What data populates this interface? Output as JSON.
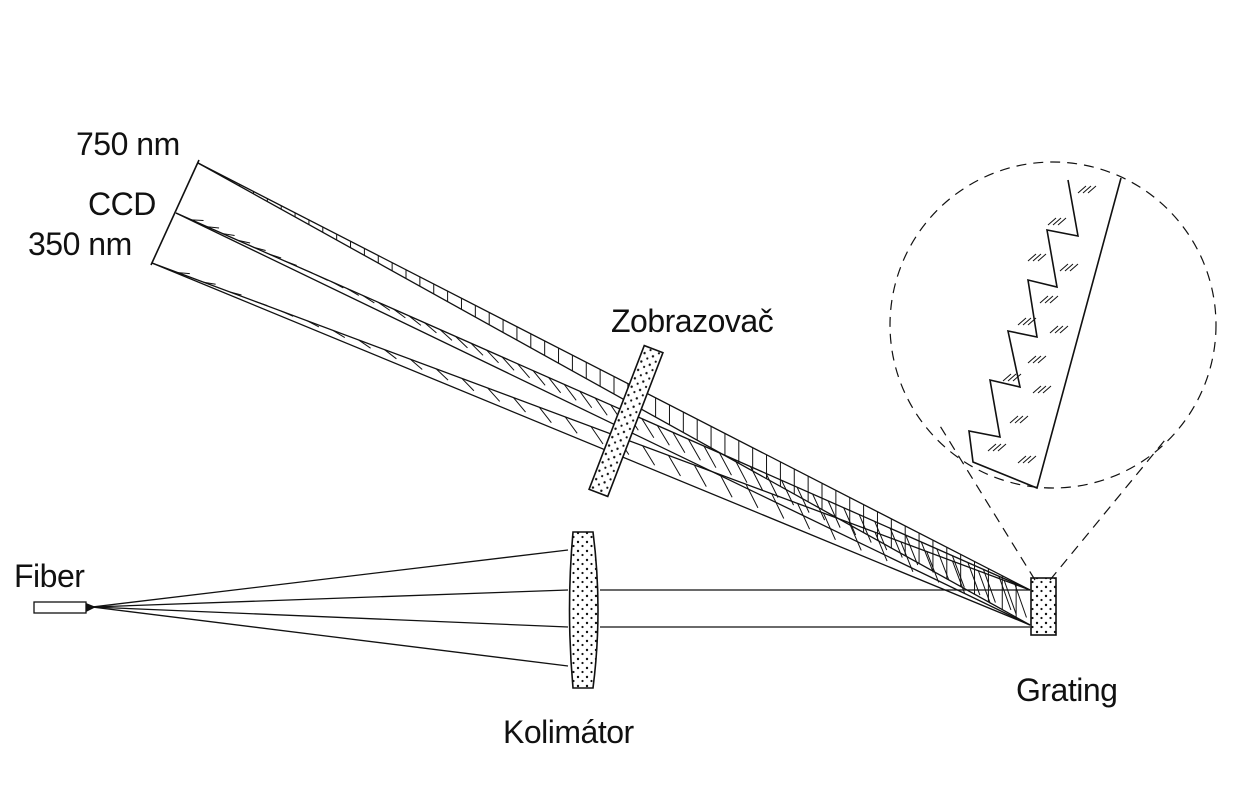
{
  "labels": {
    "nm750": "750 nm",
    "ccd": "CCD",
    "nm350": "350 nm",
    "imager": "Zobrazovač",
    "fiber": "Fiber",
    "collimator": "Kolimátor",
    "grating": "Grating"
  },
  "colors": {
    "ink": "#111111",
    "background": "#ffffff"
  }
}
